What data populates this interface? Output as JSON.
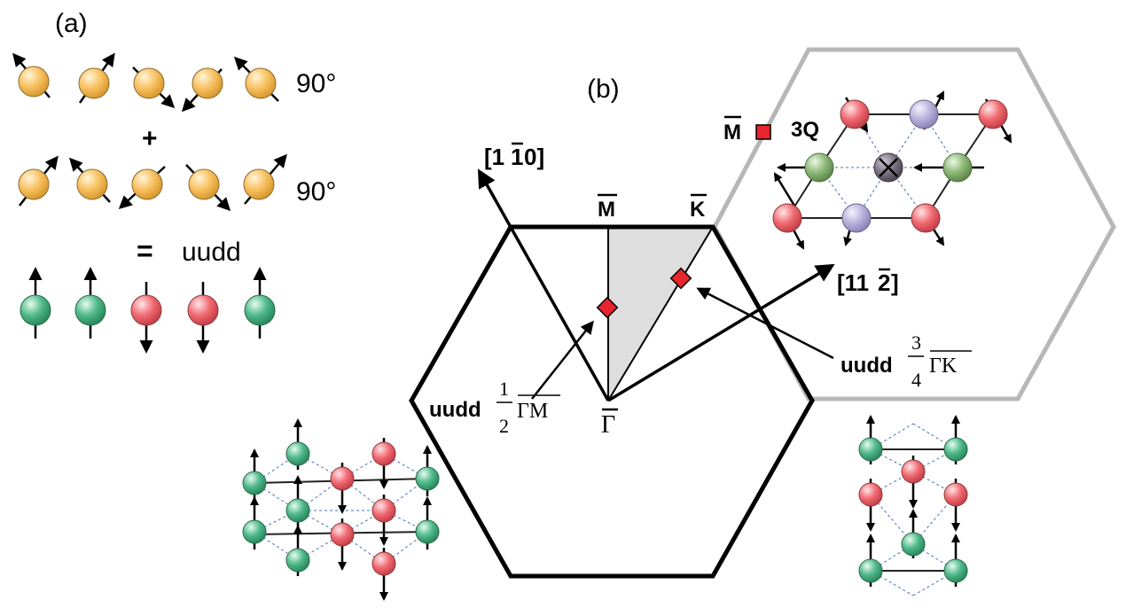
{
  "panel_a": {
    "label": "(a)",
    "row1_angle": "90°",
    "plus": "+",
    "row2_angle": "90°",
    "equals": "=",
    "result": "uudd"
  },
  "panel_b": {
    "label": "(b)",
    "dir_110": "[1",
    "dir_110_bar": "1",
    "dir_110_end": "0]",
    "dir_112": "[11",
    "dir_112_bar": "2",
    "dir_112_end": "]",
    "point_M": "M",
    "point_K": "K",
    "point_G": "Γ",
    "inset_M": "M",
    "inset_3Q": "3Q",
    "uudd_GM_prefix": "uudd",
    "uudd_GM_num": "1",
    "uudd_GM_den": "2",
    "uudd_GM_path": "ΓM",
    "uudd_GK_prefix": "uudd",
    "uudd_GK_num": "3",
    "uudd_GK_den": "4",
    "uudd_GK_path": "ΓK"
  },
  "colors": {
    "orange": "#f8c060",
    "green": "#4fb88a",
    "red": "#f06a72",
    "lilac": "#b9b2dc",
    "olive": "#8cb878",
    "gray_center": "#7d7583",
    "marker_red": "#e8242c",
    "bz_shade": "#dedede",
    "hex_gray": "#b7b7b7"
  }
}
